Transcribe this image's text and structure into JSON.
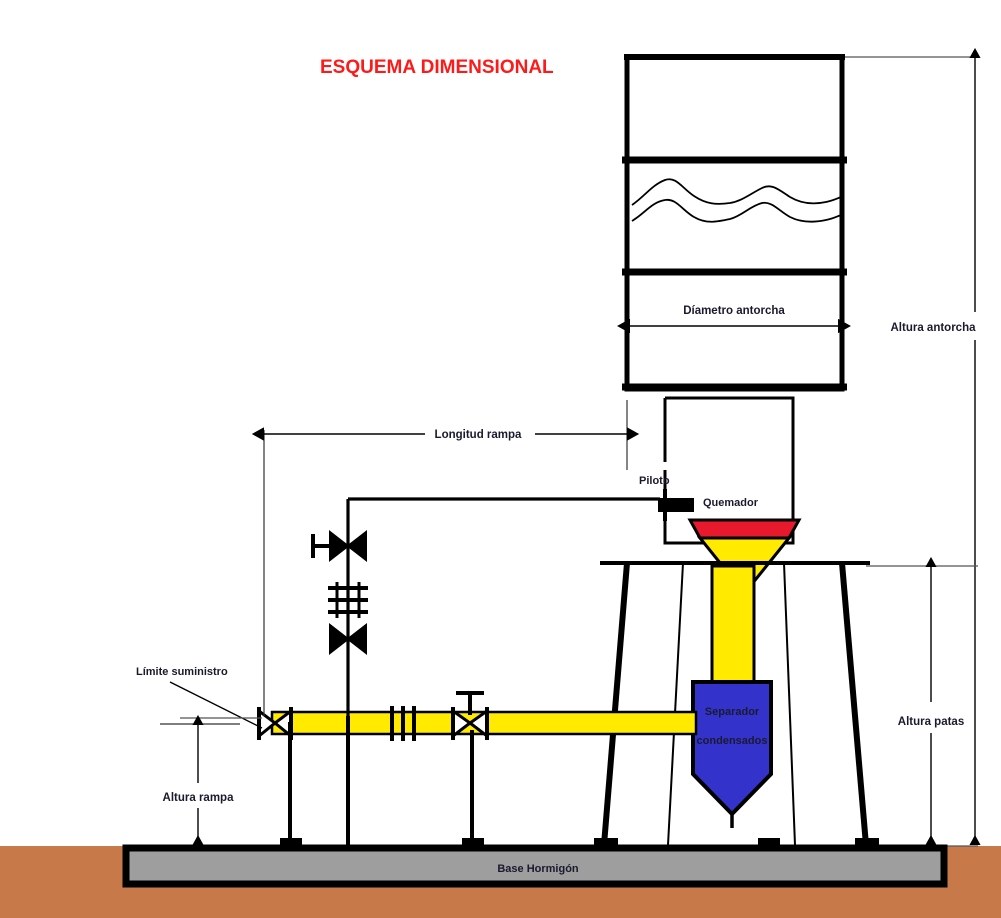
{
  "title": {
    "text": "ESQUEMA DIMENSIONAL",
    "color": "#FF1A1A"
  },
  "colors": {
    "pipe_yellow": "#FFEA00",
    "separator_blue": "#3333CC",
    "burner_red": "#E8192C",
    "ground_brown": "#C8794A",
    "concrete_gray": "#9E9E9E",
    "line_black": "#000000",
    "label_navy": "#1A1A2E"
  },
  "dimensions": {
    "flare_height": "Altura antorcha",
    "flare_diameter": "Díametro antorcha",
    "ramp_length": "Longitud rampa",
    "ramp_height": "Altura rampa",
    "legs_height": "Altura patas"
  },
  "components": {
    "pilot": "Piloto",
    "burner": "Quemador",
    "separator_line1": "Separador",
    "separator_line2": "condensados",
    "supply_limit": "Límite suministro",
    "concrete_base": "Base Hormigón"
  },
  "icons": {
    "stack": "flare-stack-icon",
    "break_line": "break-line-icon",
    "valve": "gate-valve-icon",
    "strainer": "strainer-icon",
    "flange": "flange-icon",
    "arrow": "dimension-arrow-icon"
  }
}
